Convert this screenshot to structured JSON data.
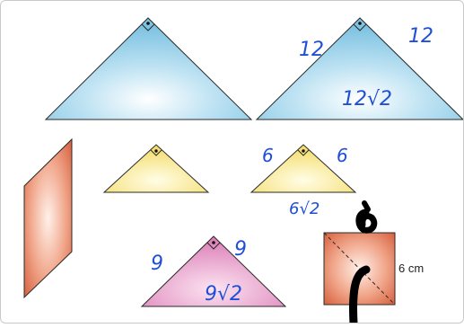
{
  "colors": {
    "blue_edge": "#d9f0fb",
    "blue_center": "#ffffff",
    "blue_fill": "#8ccbe6",
    "yellow_fill": "#f7e37c",
    "pink_fill": "#e48ec3",
    "orange_fill": "#db6e4f",
    "ink_blue": "#1f4fd6",
    "ink_black": "#000000"
  },
  "annotations": {
    "big_triangle_leg_left": "12",
    "big_triangle_leg_right": "12",
    "big_triangle_hypotenuse": "12√2",
    "small_triangle_leg_left": "6",
    "small_triangle_leg_right": "6",
    "small_triangle_hypotenuse": "6√2",
    "medium_triangle_leg_left": "9",
    "medium_triangle_leg_right": "9",
    "medium_triangle_hypotenuse": "9√2",
    "square_side_label": "6 cm"
  }
}
